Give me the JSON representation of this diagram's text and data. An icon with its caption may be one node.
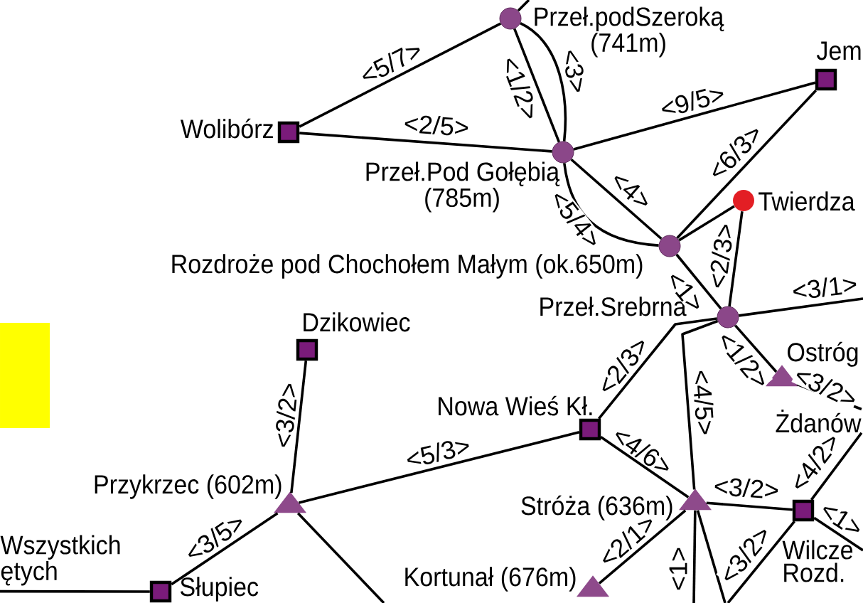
{
  "diagram": {
    "nodes": [
      {
        "text": [
          "Przeł.podSzeroką (741m)"
        ]
      },
      {
        "text": [
          "Wolibórz"
        ]
      },
      {
        "text": [
          "Przeł.Pod Gołębią (785m)"
        ]
      },
      {
        "text": [
          "Jem"
        ]
      },
      {
        "text": [
          "Twierdza"
        ]
      },
      {
        "text": [
          "Rozdroże pod Chochołem Małym (ok.650m)"
        ]
      },
      {
        "text": [
          "Przeł.Srebrna"
        ]
      },
      {
        "text": [
          "Dzikowiec"
        ]
      },
      {
        "text": [
          "Ostróg"
        ]
      },
      {
        "text": [
          "Nowa Wieś Kł."
        ]
      },
      {
        "text": [
          "Żdanów"
        ]
      },
      {
        "text": [
          "Przykrzec (602m)"
        ]
      },
      {
        "text": [
          "Stróża (636m)"
        ]
      },
      {
        "text": [
          "Wszystkich ętych"
        ]
      },
      {
        "text": [
          "Wilcze Rozd."
        ]
      },
      {
        "text": [
          "Kortunał (676m)"
        ]
      },
      {
        "text": [
          "Słupiec"
        ]
      }
    ],
    "edges": [
      {
        "from": 0,
        "to": 1,
        "arrow": "none",
        "label": "<5/7>"
      },
      {
        "from": 1,
        "to": 2,
        "arrow": "none",
        "label": "<2/5>"
      },
      {
        "from": 0,
        "to": 2,
        "arrow": "none",
        "label": "<1/2>"
      },
      {
        "from": 0,
        "to": 2,
        "arrow": "none",
        "label": "<3>"
      },
      {
        "from": 2,
        "to": 3,
        "arrow": "none",
        "label": "<9/5>"
      },
      {
        "from": 2,
        "to": 5,
        "arrow": "none",
        "label": "<4>"
      },
      {
        "from": 2,
        "to": 5,
        "arrow": "none",
        "label": "<5/4>"
      },
      {
        "from": 5,
        "to": 3,
        "arrow": "none",
        "label": "<6/3>"
      },
      {
        "from": 5,
        "to": 4,
        "arrow": "none"
      },
      {
        "from": 5,
        "to": 6,
        "arrow": "none",
        "label": "<1>"
      },
      {
        "from": 4,
        "to": 6,
        "arrow": "none",
        "label": "<2/3>"
      },
      {
        "from": 6,
        "to": null,
        "arrow": "none",
        "label": "<3/1>"
      },
      {
        "from": 6,
        "to": 8,
        "arrow": "none",
        "label": "<1/2>"
      },
      {
        "from": 6,
        "to": 9,
        "arrow": "none",
        "label": "<2/3>"
      },
      {
        "from": 6,
        "to": 12,
        "arrow": "none",
        "label": "<4/5>"
      },
      {
        "from": 8,
        "to": 10,
        "arrow": "none",
        "label": "<3/2>"
      },
      {
        "from": 9,
        "to": 11,
        "arrow": "none",
        "label": "<5/3>"
      },
      {
        "from": 9,
        "to": 12,
        "arrow": "none",
        "label": "<4/6>"
      },
      {
        "from": 7,
        "to": 11,
        "arrow": "none",
        "label": "<3/2>"
      },
      {
        "from": 11,
        "to": 16,
        "arrow": "none",
        "label": "<3/5>"
      },
      {
        "from": 11,
        "to": null,
        "arrow": "none"
      },
      {
        "from": 16,
        "to": 13,
        "arrow": "none"
      },
      {
        "from": 12,
        "to": 14,
        "arrow": "none",
        "label": "<3/2>"
      },
      {
        "from": 12,
        "to": 15,
        "arrow": "none",
        "label": "<2/1>"
      },
      {
        "from": 12,
        "to": null,
        "arrow": "none",
        "label": "<1>"
      },
      {
        "from": 12,
        "to": null,
        "arrow": "none"
      },
      {
        "from": 14,
        "to": null,
        "arrow": "none",
        "label": "<3/2>"
      },
      {
        "from": 14,
        "to": 10,
        "arrow": "none",
        "label": "<4/2>"
      },
      {
        "from": 14,
        "to": null,
        "arrow": "none",
        "label": "<1>"
      },
      {
        "from": 0,
        "to": null,
        "arrow": "none"
      }
    ]
  }
}
